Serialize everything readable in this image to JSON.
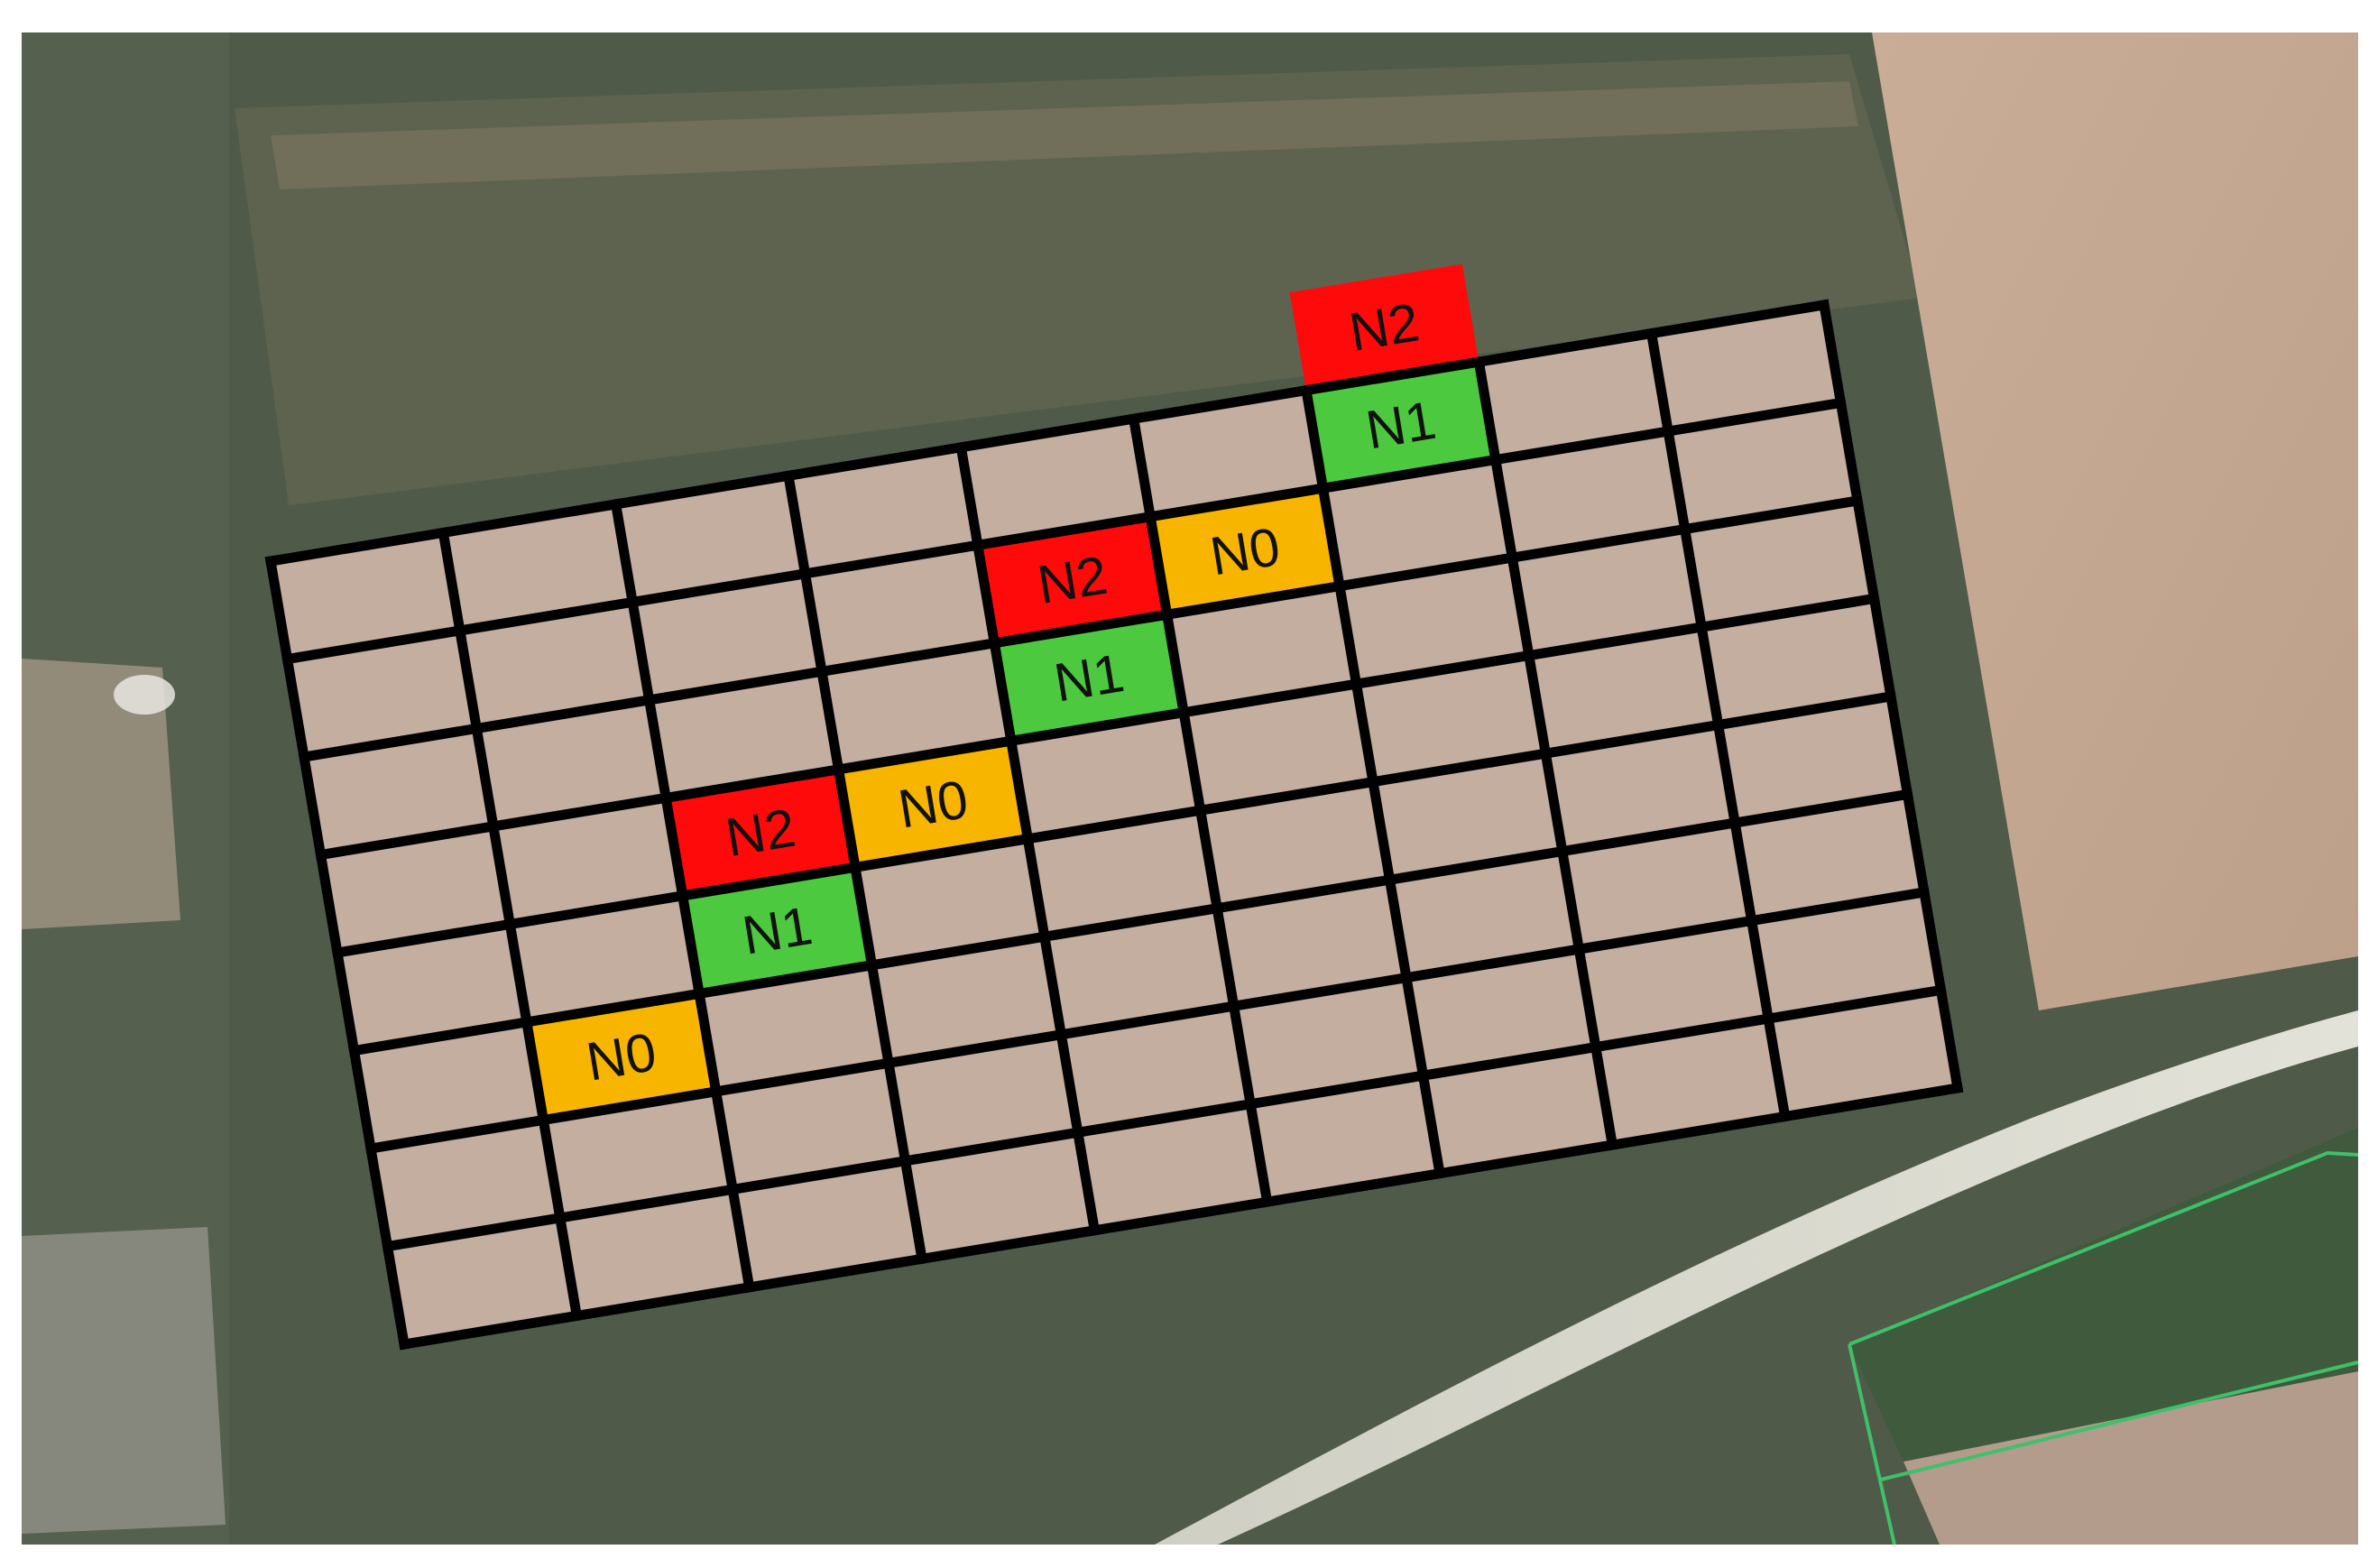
{
  "map": {
    "type": "aerial-field-trial-layout",
    "grid": {
      "columns": 9,
      "rows": 8
    },
    "colors": {
      "N0": "#f7b500",
      "N1": "#4cc93e",
      "N2": "#ff0a0a",
      "plot_fill": "#c9b3a5",
      "grid_line": "#000000",
      "parcel_outline": "#3fc06a"
    },
    "treatments": [
      {
        "label": "N0",
        "col": 1,
        "row": 5
      },
      {
        "label": "N1",
        "col": 2,
        "row": 4
      },
      {
        "label": "N2",
        "col": 2,
        "row": 3
      },
      {
        "label": "N0",
        "col": 3,
        "row": 3
      },
      {
        "label": "N1",
        "col": 4,
        "row": 2
      },
      {
        "label": "N2",
        "col": 4,
        "row": 1
      },
      {
        "label": "N0",
        "col": 5,
        "row": 1
      },
      {
        "label": "N1",
        "col": 6,
        "row": 0
      },
      {
        "label": "N2",
        "col": 6,
        "row": -1
      }
    ]
  }
}
